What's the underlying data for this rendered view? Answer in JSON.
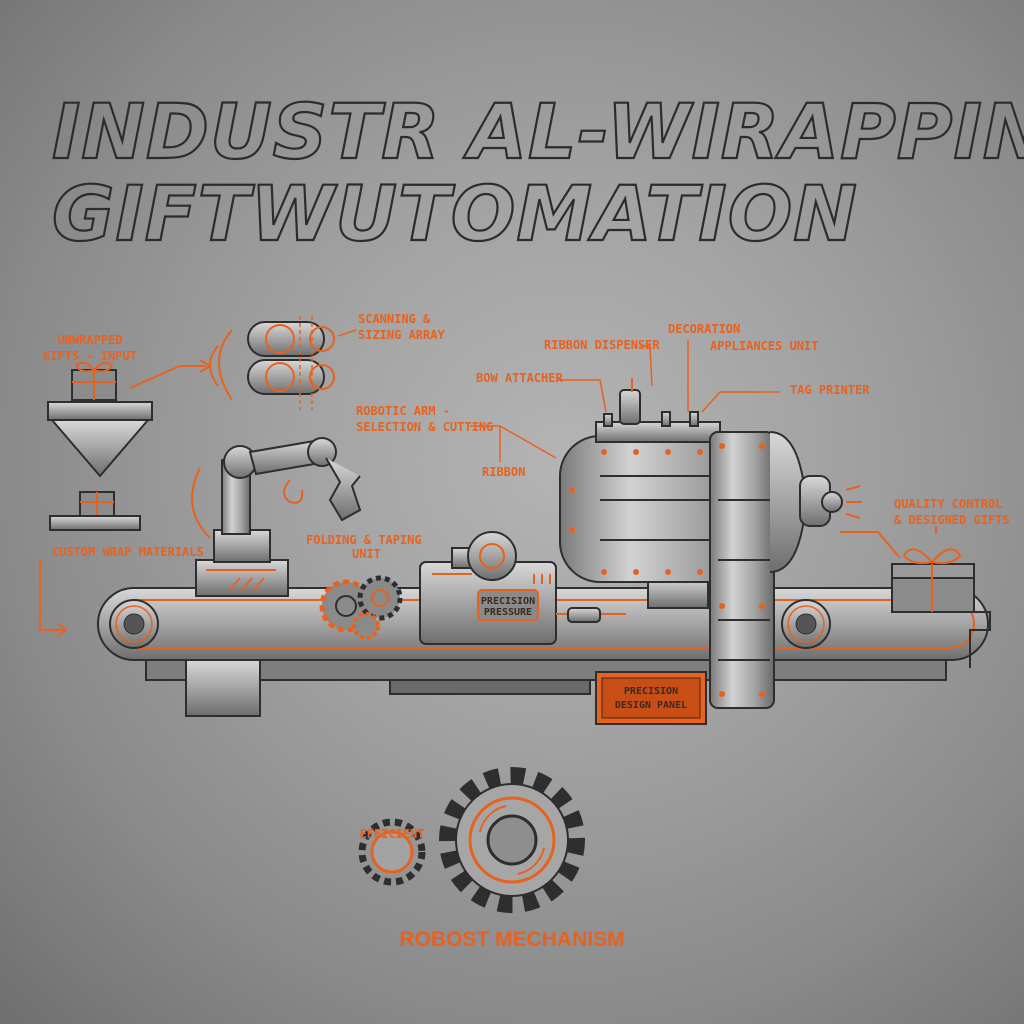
{
  "title": {
    "line1": "INDUSTR AL-WIRAPPING",
    "line2": "GIFTWUTOMATION"
  },
  "labels": {
    "input": [
      "UNWRAPPED",
      "GIFTS - INPUT"
    ],
    "scanning": [
      "SCANNING &",
      "SIZING ARRAY"
    ],
    "materials": "CUSTOM WRAP MATERIALS",
    "robotic_arm": [
      "ROBOTIC ARM -",
      "SELECTION & CUTTING"
    ],
    "ribbon": "RIBBON",
    "folding": [
      "FOLDING & TAPING",
      "UNIT"
    ],
    "bow_attacher": "BOW ATTACHER",
    "ribbon_dispenser": "RIBBON DISPENSER",
    "decoration": [
      "DECORATION",
      "APPLIANCES UNIT"
    ],
    "tag_printer": "TAG PRINTER",
    "quality": [
      "QUALITY CONTROL",
      "& DESIGNED GIFTS"
    ],
    "machine_plate": [
      "PRECISION",
      "PRESSURE"
    ],
    "control_panel": [
      "PRECISION",
      "DESIGN PANEL"
    ],
    "efficient": "EFFICIENT",
    "robust": "ROBOST MECHANISM"
  },
  "colors": {
    "accent": "#e8621f",
    "ink": "#2e2e2e",
    "background": "#a2a2a2"
  }
}
